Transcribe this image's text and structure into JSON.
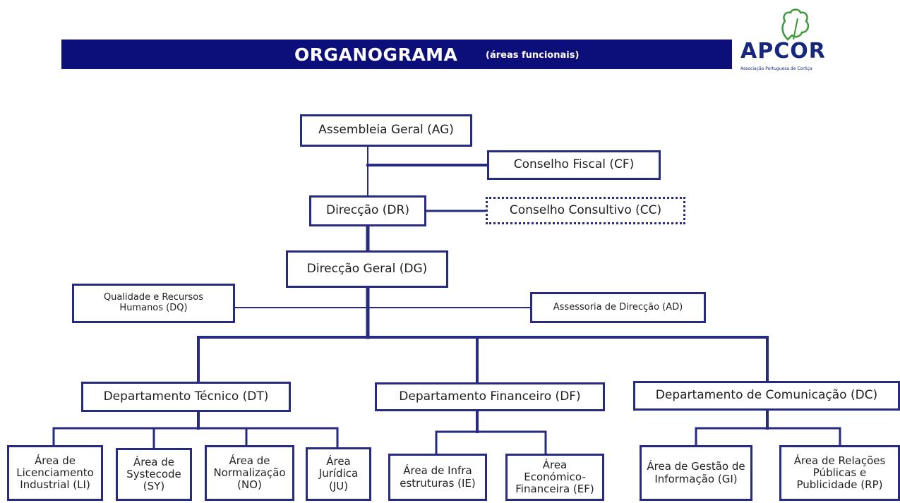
{
  "header": {
    "title": "ORGANOGRAMA",
    "subtitle": "(áreas funcionais)"
  },
  "logo": {
    "name": "APCOR",
    "caption": "Associação Portuguesa de Cortiça"
  },
  "nodes": {
    "ag": "Assembleia Geral (AG)",
    "cf": "Conselho Fiscal (CF)",
    "dr": "Direcção (DR)",
    "cc": "Conselho Consultivo (CC)",
    "dg": "Direcção Geral (DG)",
    "dq": "Qualidade e Recursos Humanos (DQ)",
    "ad": "Assessoria de Direcção (AD)",
    "dt": "Departamento Técnico (DT)",
    "df": "Departamento Financeiro (DF)",
    "dc": "Departamento de Comunicação (DC)",
    "li": "Área de Licenciamento Industrial (LI)",
    "sy": "Área de Systecode (SY)",
    "no": "Área de Normalização (NO)",
    "ju": "Área Jurídica (JU)",
    "ie": "Área de Infra estruturas (IE)",
    "ef": "Área Económico-Financeira (EF)",
    "gi": "Área de Gestão de Informação (GI)",
    "rp": "Área de Relações Públicas e Publicidade (RP)"
  },
  "colors": {
    "banner": "#0c0f7a",
    "box_border": "#262a82",
    "logo": "#17287c"
  }
}
